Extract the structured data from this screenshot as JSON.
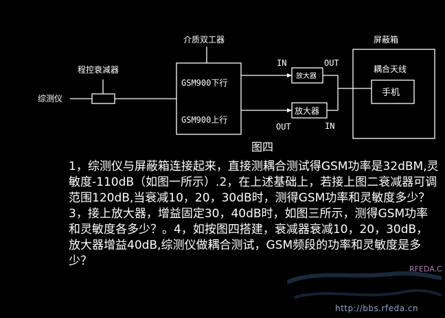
{
  "diagram": {
    "labels": {
      "tester": "综测仪",
      "attenuator": "程控衰减器",
      "duplexer": "介质双工器",
      "gsm_down": "GSM900下行",
      "gsm_up": "GSM900上行",
      "amp_top": "放大器",
      "amp_bottom": "放大器",
      "in_top": "IN",
      "out_top": "OUT",
      "out_bottom": "OUT",
      "in_bottom": "IN",
      "shield_box": "屏蔽箱",
      "coupling_antenna": "耦合天线",
      "phone": "手机",
      "figure_caption": "图四"
    }
  },
  "problem_text": "1，综测仪与屏蔽箱连接起来，直接测耦合测试得GSM功率是32dBM,灵敏度-110dB（如图一所示）.2，在上述基础上，若接上图二衰减器可调范围120dB,当衰减10，20，30dB时，测得GSM功率和灵敏度多少？3，接上放大器，增益固定30，40dB时，如图三所示，测得GSM功率和灵敏度各多少？。4，如按图四搭建，衰减器衰减10，20，30dB，放大器增益40dB,综测仪做耦合测试，GSM频段的功率和灵敏度是多少？",
  "watermark": {
    "url": "http://bbs.rfeda.cn",
    "site": "RFEDA.CN"
  }
}
